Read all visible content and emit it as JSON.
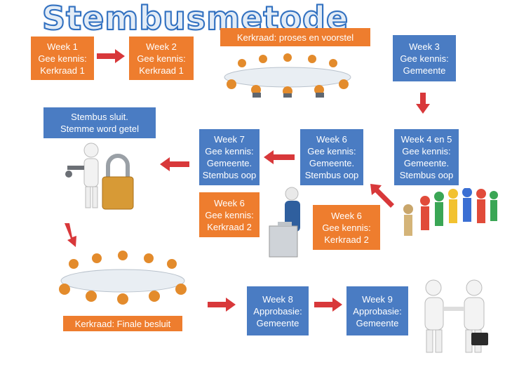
{
  "title": "Stembusmetode",
  "boxes": {
    "week1": "Week 1\nGee kennis:\nKerkraad 1",
    "week2": "Week 2\nGee kennis:\nKerkraad 1",
    "proses": "Kerkraad: proses en voorstel",
    "week3": "Week 3\nGee kennis:\nGemeente",
    "stembus_sluit": "Stembus sluit.\nStemme word getel",
    "week7": "Week 7\nGee kennis:\nGemeente.\nStembus oop",
    "week6a": "Week 6\nGee kennis:\nGemeente.\nStembus oop",
    "week4en5": "Week 4 en 5\nGee kennis:\nGemeente.\nStembus oop",
    "week6b": "Week 6\nGee kennis:\nKerkraad 2",
    "week6c": "Week 6\nGee kennis:\nKerkraad 2",
    "finale": "Kerkraad: Finale besluit",
    "week8": "Week 8\nApprobasie:\nGemeente",
    "week9": "Week 9\nApprobasie:\nGemeente"
  },
  "colors": {
    "orange": "#ee7d2e",
    "blue": "#4a7cc3",
    "arrow": "#d8383a",
    "title": "#2f6fc0"
  },
  "icons": [
    "meeting-table-icon",
    "padlock-figure-icon",
    "ballot-box-figure-icon",
    "queue-figures-icon",
    "handshake-icon"
  ]
}
